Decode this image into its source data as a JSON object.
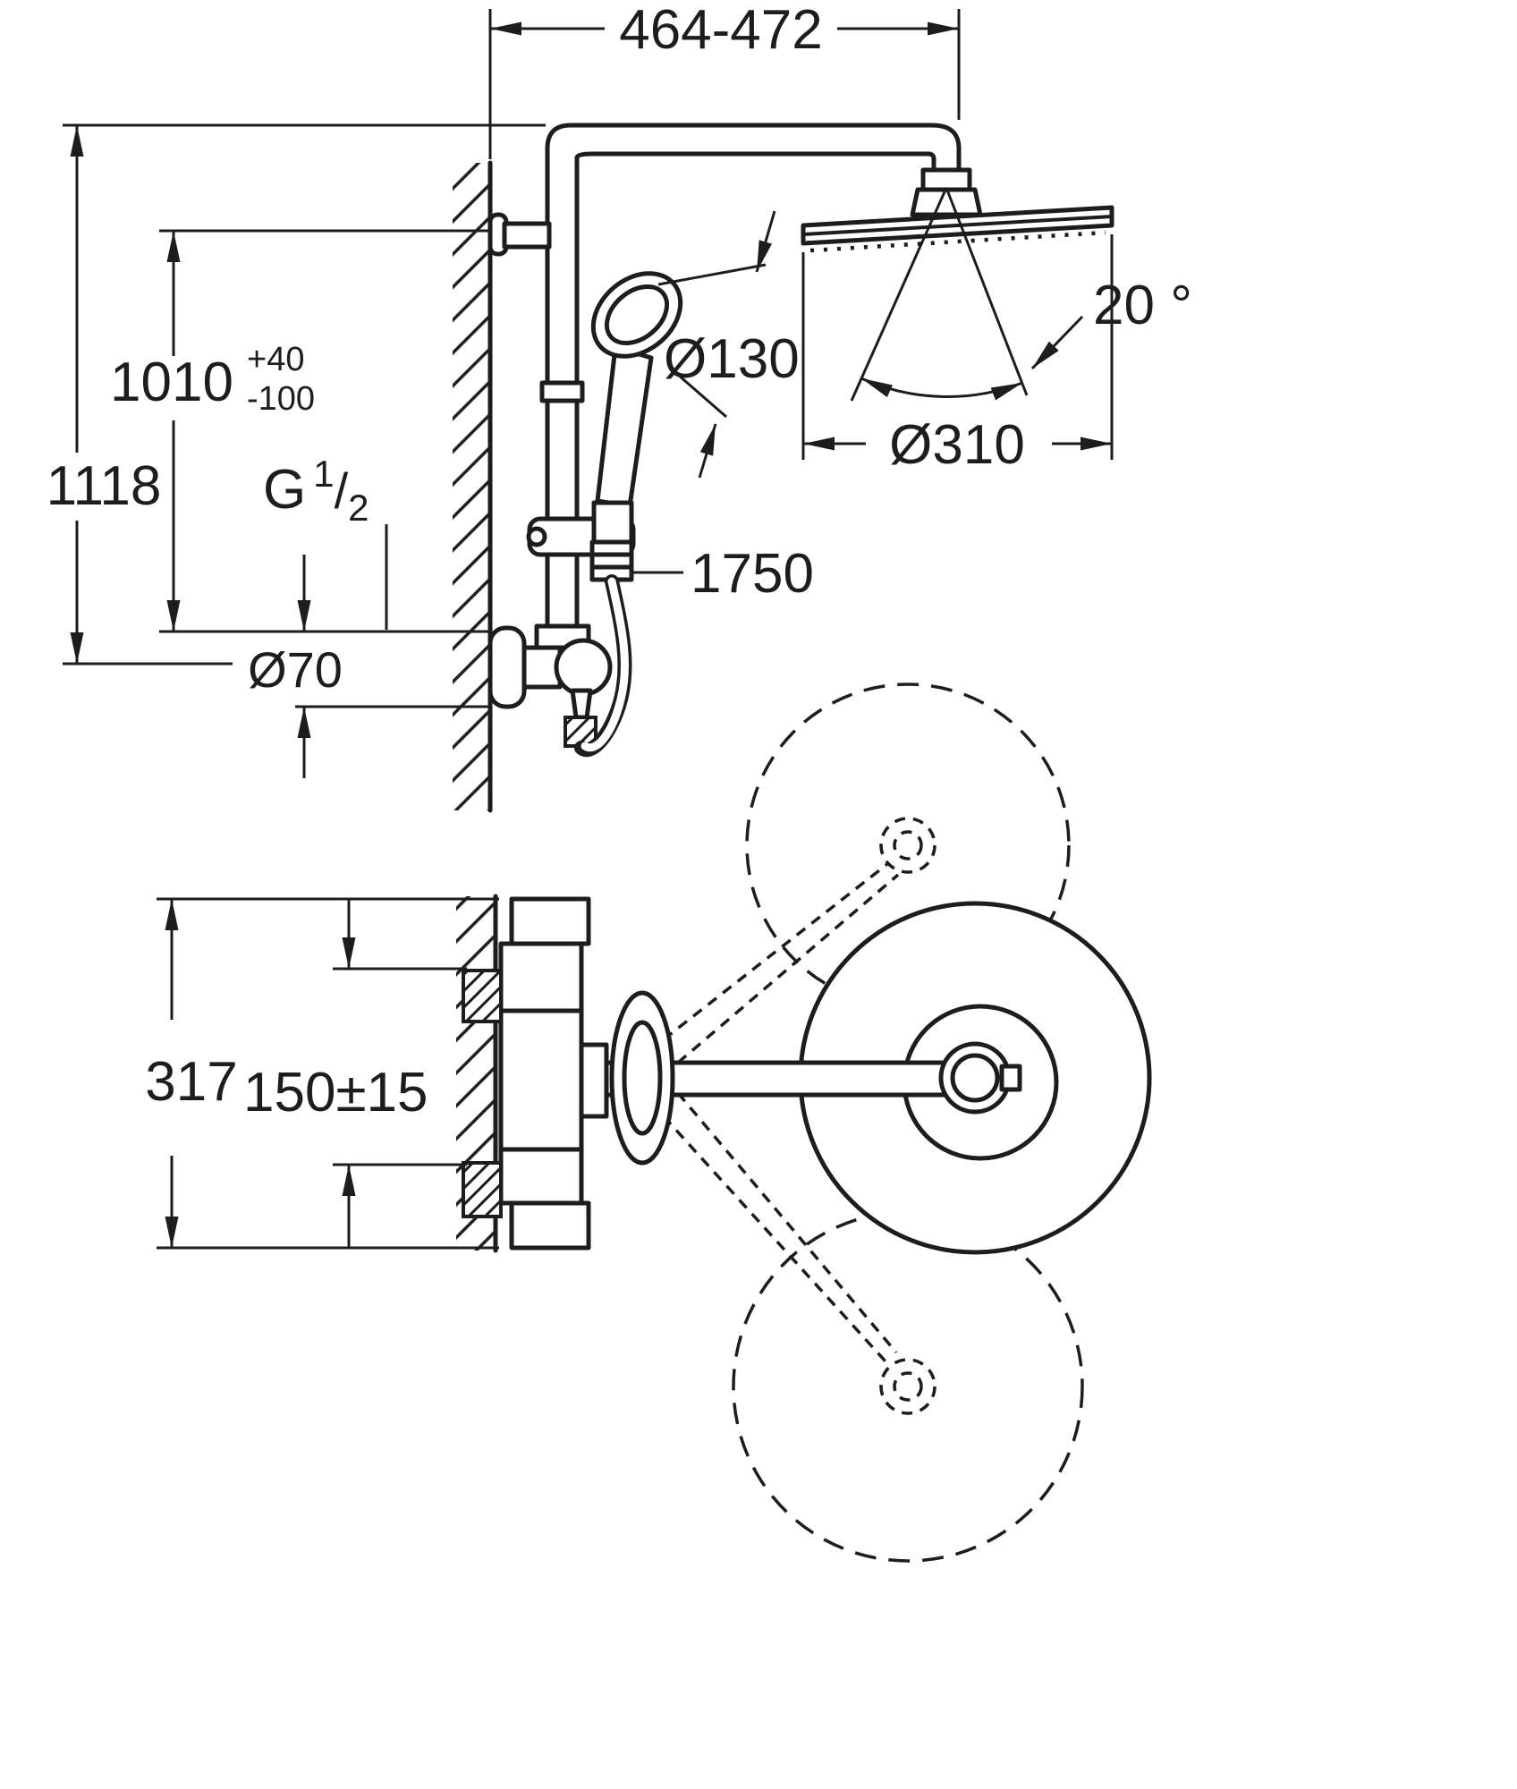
{
  "drawing": {
    "dims": {
      "top_width": "464-472",
      "height_total": "1118",
      "height_bracket": "1010",
      "tol_plus": "+40",
      "tol_minus": "-100",
      "escutcheon_dia": "Ø70",
      "handshower_dia": "Ø130",
      "head_dia": "Ø310",
      "tilt_angle": "20 °",
      "hose_length": "1750",
      "body_height": "317",
      "supply_distance": "150±15"
    },
    "thread": {
      "g": "G",
      "num": "1",
      "slash": "/",
      "den": "2"
    },
    "colors": {
      "line": "#1d1d1d",
      "bg": "#ffffff"
    }
  }
}
